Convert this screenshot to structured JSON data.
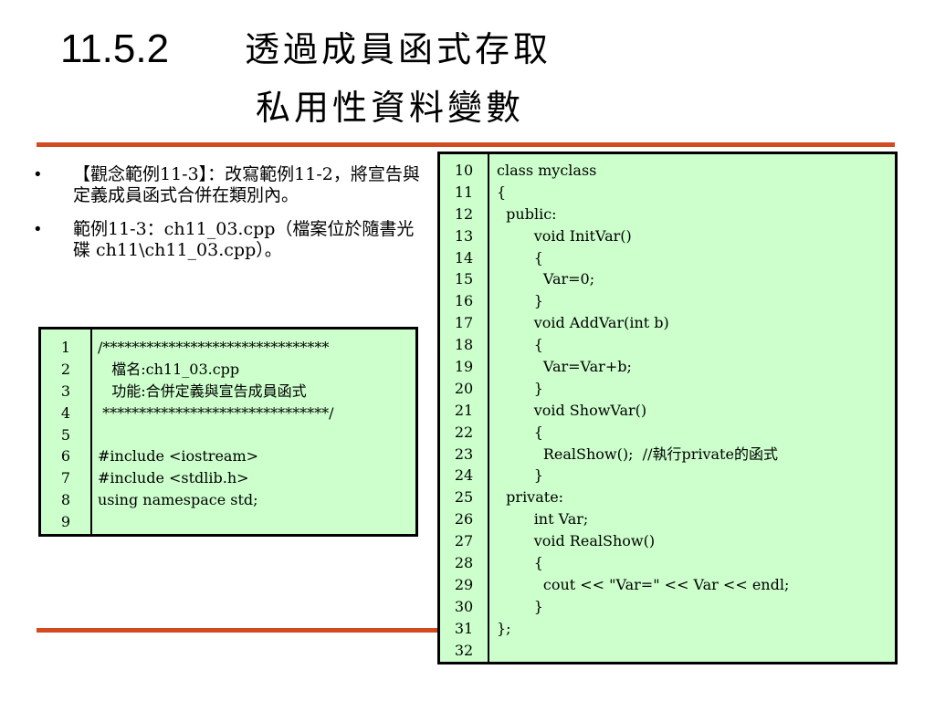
{
  "title": {
    "number": "11.5.2",
    "line1": "透過成員函式存取",
    "line2": "私用性資料變數"
  },
  "bullets": [
    "【觀念範例11-3】：改寫範例11-2，將宣告與定義成員函式合併在類別內。",
    "範例11-3：ch11_03.cpp（檔案位於隨書光碟 ch11\\ch11_03.cpp）。"
  ],
  "code_block_1": {
    "line_numbers": [
      "1",
      "2",
      "3",
      "4",
      "5",
      "6",
      "7",
      "8",
      "9"
    ],
    "lines": [
      "/*******************************",
      "   檔名:ch11_03.cpp",
      "   功能:合併定義與宣告成員函式",
      " *******************************/",
      "",
      "#include <iostream>",
      "#include <stdlib.h>",
      "using namespace std;",
      ""
    ]
  },
  "code_block_2": {
    "line_numbers": [
      "10",
      "11",
      "12",
      "13",
      "14",
      "15",
      "16",
      "17",
      "18",
      "19",
      "20",
      "21",
      "22",
      "23",
      "24",
      "25",
      "26",
      "27",
      "28",
      "29",
      "30",
      "31",
      "32"
    ],
    "lines": [
      "class myclass",
      "{",
      "  public:",
      "        void InitVar()",
      "        {",
      "          Var=0;",
      "        }",
      "        void AddVar(int b)",
      "        {",
      "          Var=Var+b;",
      "        }",
      "        void ShowVar()",
      "        {",
      "          RealShow();  //執行private的函式",
      "        }",
      "  private:",
      "        int Var;",
      "        void RealShow()",
      "        {",
      "          cout << \"Var=\" << Var << endl;",
      "        }",
      "};",
      ""
    ]
  },
  "colors": {
    "rule": "#d24a20",
    "code_background": "#ccffcc"
  }
}
